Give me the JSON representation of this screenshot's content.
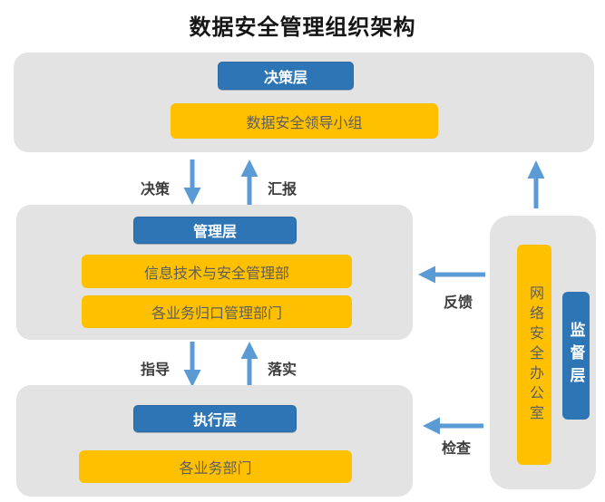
{
  "title": "数据安全管理组织架构",
  "colors": {
    "header_blue": "#2E75B6",
    "box_yellow": "#FFC000",
    "panel_gray": "#E3E3E3",
    "arrow_blue": "#5B9BD5",
    "outline_blue": "#8FAADC"
  },
  "decision_layer": {
    "header": "决策层",
    "items": [
      "数据安全领导小组"
    ]
  },
  "management_layer": {
    "header": "管理层",
    "items": [
      "信息技术与安全管理部",
      "各业务归口管理部门"
    ]
  },
  "execution_layer": {
    "header": "执行层",
    "items": [
      "各业务部门"
    ]
  },
  "supervision_layer": {
    "header": "监督层",
    "office": "网络安全办公室"
  },
  "flow_labels": {
    "decide": "决策",
    "report": "汇报",
    "guide": "指导",
    "implement": "落实",
    "feedback": "反馈",
    "inspect": "检查"
  }
}
